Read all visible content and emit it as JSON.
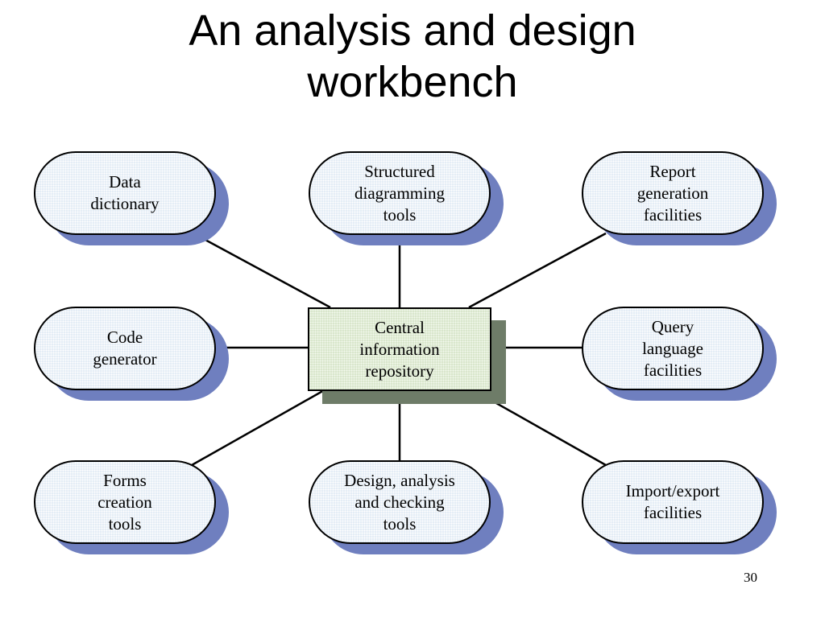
{
  "title": {
    "line1": "An analysis and design",
    "line2": "workbench"
  },
  "center": {
    "line1": "Central",
    "line2": "information",
    "line3": "repository"
  },
  "nodes": {
    "data_dictionary": {
      "line1": "Data",
      "line2": "dictionary"
    },
    "structured_diagramming": {
      "line1": "Structured",
      "line2": "diagramming",
      "line3": "tools"
    },
    "report_generation": {
      "line1": "Report",
      "line2": "generation",
      "line3": "facilities"
    },
    "code_generator": {
      "line1": "Code",
      "line2": "generator"
    },
    "query_language": {
      "line1": "Query",
      "line2": "language",
      "line3": "facilities"
    },
    "forms_creation": {
      "line1": "Forms",
      "line2": "creation",
      "line3": "tools"
    },
    "design_analysis": {
      "line1": "Design, analysis",
      "line2": "and checking",
      "line3": "tools"
    },
    "import_export": {
      "line1": "Import/export",
      "line2": "facilities"
    }
  },
  "page_number": "30",
  "colors": {
    "node_fill": "#e4edf6",
    "node_shadow": "#6f7fbf",
    "center_fill": "#d9e6cc",
    "center_shadow": "#6e7c68"
  }
}
